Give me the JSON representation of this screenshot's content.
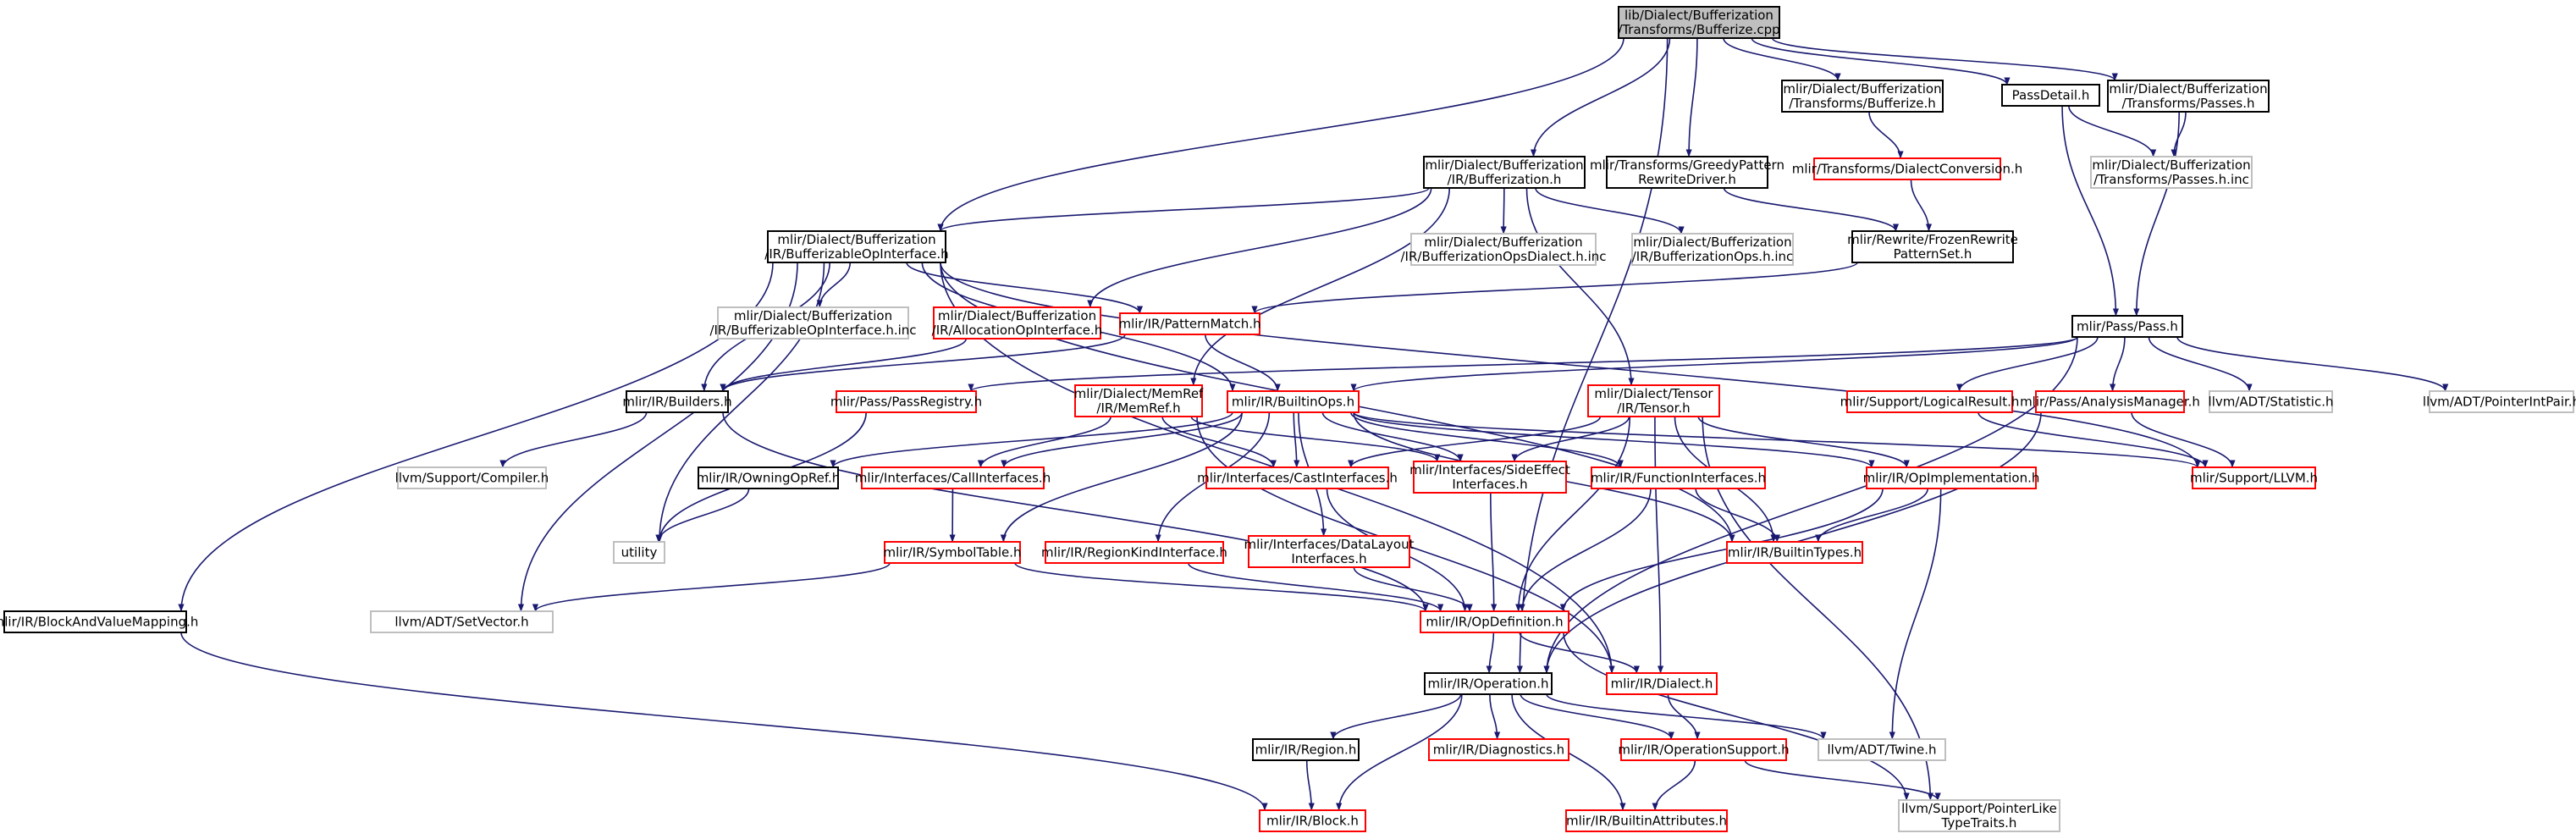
{
  "colors": {
    "root_fill": "#bfbfbf",
    "documented_stroke": "#000000",
    "truncated_stroke": "#ff0000",
    "external_stroke": "#bfbfbf",
    "edge": "#191970"
  },
  "nodes": [
    {
      "id": "bufferize_cpp",
      "kind": "root",
      "lines": [
        "lib/Dialect/Bufferization",
        "/Transforms/Bufferize.cpp"
      ]
    },
    {
      "id": "transforms_bufferize_h",
      "kind": "documented",
      "lines": [
        "mlir/Dialect/Bufferization",
        "/Transforms/Bufferize.h"
      ]
    },
    {
      "id": "passdetail_h",
      "kind": "documented",
      "lines": [
        "PassDetail.h"
      ]
    },
    {
      "id": "transforms_passes_h",
      "kind": "documented",
      "lines": [
        "mlir/Dialect/Bufferization",
        "/Transforms/Passes.h"
      ]
    },
    {
      "id": "dialect_conversion_h",
      "kind": "truncated",
      "lines": [
        "mlir/Transforms/DialectConversion.h"
      ]
    },
    {
      "id": "passes_h_inc",
      "kind": "external",
      "lines": [
        "mlir/Dialect/Bufferization",
        "/Transforms/Passes.h.inc"
      ]
    },
    {
      "id": "ir_bufferization_h",
      "kind": "documented",
      "lines": [
        "mlir/Dialect/Bufferization",
        "/IR/Bufferization.h"
      ]
    },
    {
      "id": "greedy_pattern_h",
      "kind": "documented",
      "lines": [
        "mlir/Transforms/GreedyPattern",
        "RewriteDriver.h"
      ]
    },
    {
      "id": "bufops_dialect_inc",
      "kind": "external",
      "lines": [
        "mlir/Dialect/Bufferization",
        "/IR/BufferizationOpsDialect.h.inc"
      ]
    },
    {
      "id": "bufops_inc",
      "kind": "external",
      "lines": [
        "mlir/Dialect/Bufferization",
        "/IR/BufferizationOps.h.inc"
      ]
    },
    {
      "id": "frozen_rewrite_h",
      "kind": "documented",
      "lines": [
        "mlir/Rewrite/FrozenRewrite",
        "PatternSet.h"
      ]
    },
    {
      "id": "bufferizable_op_h",
      "kind": "documented",
      "lines": [
        "mlir/Dialect/Bufferization",
        "/IR/BufferizableOpInterface.h"
      ]
    },
    {
      "id": "bufferizable_op_inc",
      "kind": "external",
      "lines": [
        "mlir/Dialect/Bufferization",
        "/IR/BufferizableOpInterface.h.inc"
      ]
    },
    {
      "id": "allocation_op_h",
      "kind": "truncated",
      "lines": [
        "mlir/Dialect/Bufferization",
        "/IR/AllocationOpInterface.h"
      ]
    },
    {
      "id": "pattern_match_h",
      "kind": "truncated",
      "lines": [
        "mlir/IR/PatternMatch.h"
      ]
    },
    {
      "id": "pass_pass_h",
      "kind": "documented",
      "lines": [
        "mlir/Pass/Pass.h"
      ]
    },
    {
      "id": "builders_h",
      "kind": "documented",
      "lines": [
        "mlir/IR/Builders.h"
      ]
    },
    {
      "id": "pass_registry_h",
      "kind": "truncated",
      "lines": [
        "mlir/Pass/PassRegistry.h"
      ]
    },
    {
      "id": "memref_h",
      "kind": "truncated",
      "lines": [
        "mlir/Dialect/MemRef",
        "/IR/MemRef.h"
      ]
    },
    {
      "id": "builtin_ops_h",
      "kind": "truncated",
      "lines": [
        "mlir/IR/BuiltinOps.h"
      ]
    },
    {
      "id": "tensor_h",
      "kind": "truncated",
      "lines": [
        "mlir/Dialect/Tensor",
        "/IR/Tensor.h"
      ]
    },
    {
      "id": "logical_result_h",
      "kind": "truncated",
      "lines": [
        "mlir/Support/LogicalResult.h"
      ]
    },
    {
      "id": "analysis_manager_h",
      "kind": "truncated",
      "lines": [
        "mlir/Pass/AnalysisManager.h"
      ]
    },
    {
      "id": "statistic_h",
      "kind": "external",
      "lines": [
        "llvm/ADT/Statistic.h"
      ]
    },
    {
      "id": "pointer_int_pair_h",
      "kind": "external",
      "lines": [
        "llvm/ADT/PointerIntPair.h"
      ]
    },
    {
      "id": "compiler_h",
      "kind": "external",
      "lines": [
        "llvm/Support/Compiler.h"
      ]
    },
    {
      "id": "owning_op_ref_h",
      "kind": "documented",
      "lines": [
        "mlir/IR/OwningOpRef.h"
      ]
    },
    {
      "id": "call_interfaces_h",
      "kind": "truncated",
      "lines": [
        "mlir/Interfaces/CallInterfaces.h"
      ]
    },
    {
      "id": "cast_interfaces_h",
      "kind": "truncated",
      "lines": [
        "mlir/Interfaces/CastInterfaces.h"
      ]
    },
    {
      "id": "side_effect_h",
      "kind": "truncated",
      "lines": [
        "mlir/Interfaces/SideEffect",
        "Interfaces.h"
      ]
    },
    {
      "id": "function_interfaces_h",
      "kind": "truncated",
      "lines": [
        "mlir/IR/FunctionInterfaces.h"
      ]
    },
    {
      "id": "op_implementation_h",
      "kind": "truncated",
      "lines": [
        "mlir/IR/OpImplementation.h"
      ]
    },
    {
      "id": "support_llvm_h",
      "kind": "truncated",
      "lines": [
        "mlir/Support/LLVM.h"
      ]
    },
    {
      "id": "utility",
      "kind": "external",
      "lines": [
        "utility"
      ]
    },
    {
      "id": "symbol_table_h",
      "kind": "truncated",
      "lines": [
        "mlir/IR/SymbolTable.h"
      ]
    },
    {
      "id": "region_kind_h",
      "kind": "truncated",
      "lines": [
        "mlir/IR/RegionKindInterface.h"
      ]
    },
    {
      "id": "data_layout_h",
      "kind": "truncated",
      "lines": [
        "mlir/Interfaces/DataLayout",
        "Interfaces.h"
      ]
    },
    {
      "id": "builtin_types_h",
      "kind": "truncated",
      "lines": [
        "mlir/IR/BuiltinTypes.h"
      ]
    },
    {
      "id": "block_value_mapping_h",
      "kind": "documented",
      "lines": [
        "mlir/IR/BlockAndValueMapping.h"
      ]
    },
    {
      "id": "setvector_h",
      "kind": "external",
      "lines": [
        "llvm/ADT/SetVector.h"
      ]
    },
    {
      "id": "op_definition_h",
      "kind": "truncated",
      "lines": [
        "mlir/IR/OpDefinition.h"
      ]
    },
    {
      "id": "operation_h",
      "kind": "documented",
      "lines": [
        "mlir/IR/Operation.h"
      ]
    },
    {
      "id": "dialect_h",
      "kind": "truncated",
      "lines": [
        "mlir/IR/Dialect.h"
      ]
    },
    {
      "id": "region_h",
      "kind": "documented",
      "lines": [
        "mlir/IR/Region.h"
      ]
    },
    {
      "id": "diagnostics_h",
      "kind": "truncated",
      "lines": [
        "mlir/IR/Diagnostics.h"
      ]
    },
    {
      "id": "operation_support_h",
      "kind": "truncated",
      "lines": [
        "mlir/IR/OperationSupport.h"
      ]
    },
    {
      "id": "twine_h",
      "kind": "external",
      "lines": [
        "llvm/ADT/Twine.h"
      ]
    },
    {
      "id": "block_h",
      "kind": "truncated",
      "lines": [
        "mlir/IR/Block.h"
      ]
    },
    {
      "id": "builtin_attributes_h",
      "kind": "truncated",
      "lines": [
        "mlir/IR/BuiltinAttributes.h"
      ]
    },
    {
      "id": "pointer_like_h",
      "kind": "external",
      "lines": [
        "llvm/Support/PointerLike",
        "TypeTraits.h"
      ]
    }
  ],
  "edges": [
    [
      "bufferize_cpp",
      "transforms_bufferize_h"
    ],
    [
      "bufferize_cpp",
      "passdetail_h"
    ],
    [
      "bufferize_cpp",
      "transforms_passes_h"
    ],
    [
      "bufferize_cpp",
      "ir_bufferization_h"
    ],
    [
      "bufferize_cpp",
      "greedy_pattern_h"
    ],
    [
      "bufferize_cpp",
      "bufferizable_op_h"
    ],
    [
      "bufferize_cpp",
      "operation_h"
    ],
    [
      "transforms_bufferize_h",
      "dialect_conversion_h"
    ],
    [
      "dialect_conversion_h",
      "frozen_rewrite_h"
    ],
    [
      "passdetail_h",
      "passes_h_inc"
    ],
    [
      "passdetail_h",
      "pass_pass_h"
    ],
    [
      "transforms_passes_h",
      "passes_h_inc"
    ],
    [
      "transforms_passes_h",
      "pass_pass_h"
    ],
    [
      "ir_bufferization_h",
      "bufferizable_op_h"
    ],
    [
      "ir_bufferization_h",
      "allocation_op_h"
    ],
    [
      "ir_bufferization_h",
      "bufops_dialect_inc"
    ],
    [
      "ir_bufferization_h",
      "bufops_inc"
    ],
    [
      "ir_bufferization_h",
      "memref_h"
    ],
    [
      "ir_bufferization_h",
      "tensor_h"
    ],
    [
      "greedy_pattern_h",
      "frozen_rewrite_h"
    ],
    [
      "frozen_rewrite_h",
      "pattern_match_h"
    ],
    [
      "bufferizable_op_h",
      "bufferizable_op_inc"
    ],
    [
      "bufferizable_op_h",
      "pattern_match_h"
    ],
    [
      "bufferizable_op_h",
      "builders_h"
    ],
    [
      "bufferizable_op_h",
      "builtin_ops_h"
    ],
    [
      "bufferizable_op_h",
      "block_value_mapping_h"
    ],
    [
      "bufferizable_op_h",
      "setvector_h"
    ],
    [
      "bufferizable_op_h",
      "utility"
    ],
    [
      "bufferizable_op_h",
      "dialect_h"
    ],
    [
      "bufferizable_op_h",
      "builtin_types_h"
    ],
    [
      "bufferizable_op_h",
      "support_llvm_h"
    ],
    [
      "allocation_op_h",
      "builders_h"
    ],
    [
      "pattern_match_h",
      "builders_h"
    ],
    [
      "pattern_match_h",
      "builtin_ops_h"
    ],
    [
      "pass_pass_h",
      "pass_registry_h"
    ],
    [
      "pass_pass_h",
      "builtin_ops_h"
    ],
    [
      "pass_pass_h",
      "logical_result_h"
    ],
    [
      "pass_pass_h",
      "analysis_manager_h"
    ],
    [
      "pass_pass_h",
      "statistic_h"
    ],
    [
      "pass_pass_h",
      "pointer_int_pair_h"
    ],
    [
      "pass_pass_h",
      "operation_h"
    ],
    [
      "builders_h",
      "compiler_h"
    ],
    [
      "builders_h",
      "op_definition_h"
    ],
    [
      "pass_registry_h",
      "utility"
    ],
    [
      "memref_h",
      "call_interfaces_h"
    ],
    [
      "memref_h",
      "cast_interfaces_h"
    ],
    [
      "memref_h",
      "dialect_h"
    ],
    [
      "memref_h",
      "side_effect_h"
    ],
    [
      "builtin_ops_h",
      "owning_op_ref_h"
    ],
    [
      "builtin_ops_h",
      "call_interfaces_h"
    ],
    [
      "builtin_ops_h",
      "cast_interfaces_h"
    ],
    [
      "builtin_ops_h",
      "side_effect_h"
    ],
    [
      "builtin_ops_h",
      "function_interfaces_h"
    ],
    [
      "builtin_ops_h",
      "op_implementation_h"
    ],
    [
      "builtin_ops_h",
      "symbol_table_h"
    ],
    [
      "builtin_ops_h",
      "region_kind_h"
    ],
    [
      "builtin_ops_h",
      "data_layout_h"
    ],
    [
      "builtin_ops_h",
      "builtin_types_h"
    ],
    [
      "builtin_ops_h",
      "support_llvm_h"
    ],
    [
      "tensor_h",
      "cast_interfaces_h"
    ],
    [
      "tensor_h",
      "side_effect_h"
    ],
    [
      "tensor_h",
      "op_implementation_h"
    ],
    [
      "tensor_h",
      "builtin_types_h"
    ],
    [
      "tensor_h",
      "op_definition_h"
    ],
    [
      "tensor_h",
      "dialect_h"
    ],
    [
      "tensor_h",
      "pointer_like_h"
    ],
    [
      "analysis_manager_h",
      "support_llvm_h"
    ],
    [
      "analysis_manager_h",
      "operation_h"
    ],
    [
      "logical_result_h",
      "support_llvm_h"
    ],
    [
      "owning_op_ref_h",
      "utility"
    ],
    [
      "call_interfaces_h",
      "symbol_table_h"
    ],
    [
      "cast_interfaces_h",
      "op_definition_h"
    ],
    [
      "side_effect_h",
      "op_definition_h"
    ],
    [
      "function_interfaces_h",
      "builtin_types_h"
    ],
    [
      "function_interfaces_h",
      "op_definition_h"
    ],
    [
      "op_implementation_h",
      "builtin_types_h"
    ],
    [
      "op_implementation_h",
      "op_definition_h"
    ],
    [
      "op_implementation_h",
      "twine_h"
    ],
    [
      "symbol_table_h",
      "op_definition_h"
    ],
    [
      "symbol_table_h",
      "setvector_h"
    ],
    [
      "region_kind_h",
      "op_definition_h"
    ],
    [
      "data_layout_h",
      "op_definition_h"
    ],
    [
      "block_value_mapping_h",
      "block_h"
    ],
    [
      "op_definition_h",
      "operation_h"
    ],
    [
      "op_definition_h",
      "dialect_h"
    ],
    [
      "op_definition_h",
      "pointer_like_h"
    ],
    [
      "operation_h",
      "region_h"
    ],
    [
      "operation_h",
      "diagnostics_h"
    ],
    [
      "operation_h",
      "operation_support_h"
    ],
    [
      "operation_h",
      "builtin_attributes_h"
    ],
    [
      "operation_h",
      "twine_h"
    ],
    [
      "operation_h",
      "block_h"
    ],
    [
      "dialect_h",
      "operation_support_h"
    ],
    [
      "region_h",
      "block_h"
    ],
    [
      "operation_support_h",
      "builtin_attributes_h"
    ],
    [
      "operation_support_h",
      "pointer_like_h"
    ]
  ]
}
